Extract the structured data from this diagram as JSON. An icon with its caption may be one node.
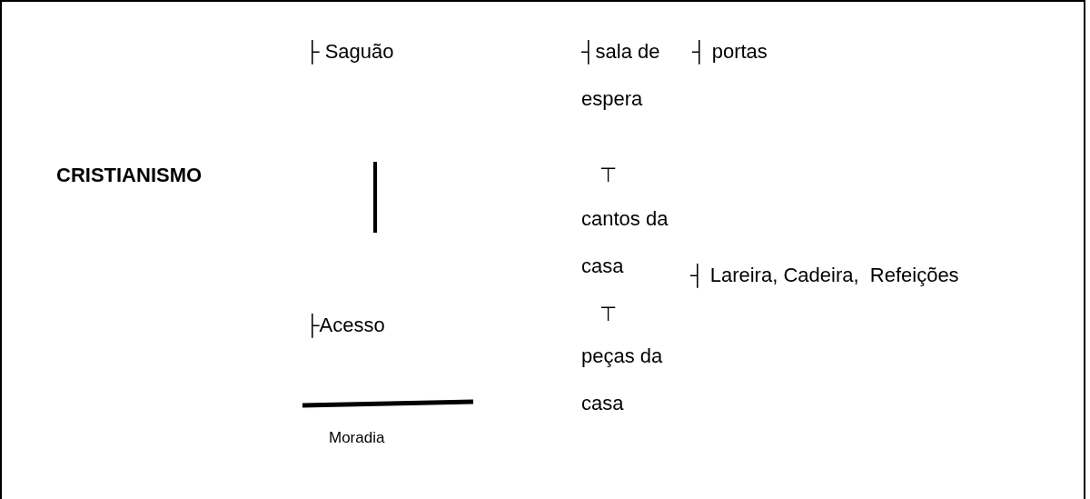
{
  "diagram": {
    "labels": [
      "├ Saguão",
      "┤sala de espera",
      "┤ portas",
      "CRISTIANISMO",
      "⊤",
      "cantos da casa",
      "┤ Lareira, Cadeira,  Refeições",
      "├Acesso",
      "⊤",
      "peças da casa",
      "Moradia"
    ]
  }
}
